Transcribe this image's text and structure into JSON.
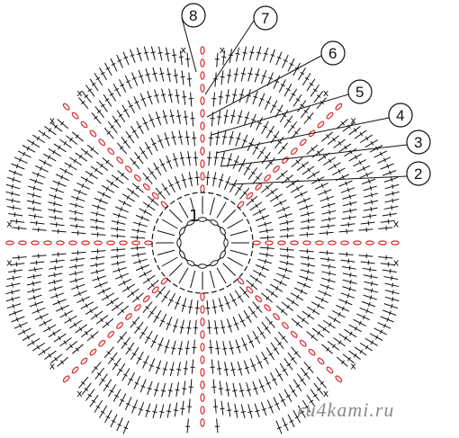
{
  "diagram": {
    "center_label": "1",
    "round_labels": [
      "2",
      "3",
      "4",
      "5",
      "6",
      "7",
      "8"
    ],
    "watermark": "ru4kami.ru",
    "colors": {
      "ink": "#111111",
      "accent": "#d9262b",
      "background": "#ffffff",
      "watermark": "#8a8a8a"
    },
    "symbols": {
      "single_crochet": "x",
      "chain": "oval",
      "double_crochet": "tick-stem",
      "slip_stitch": "dot"
    }
  }
}
